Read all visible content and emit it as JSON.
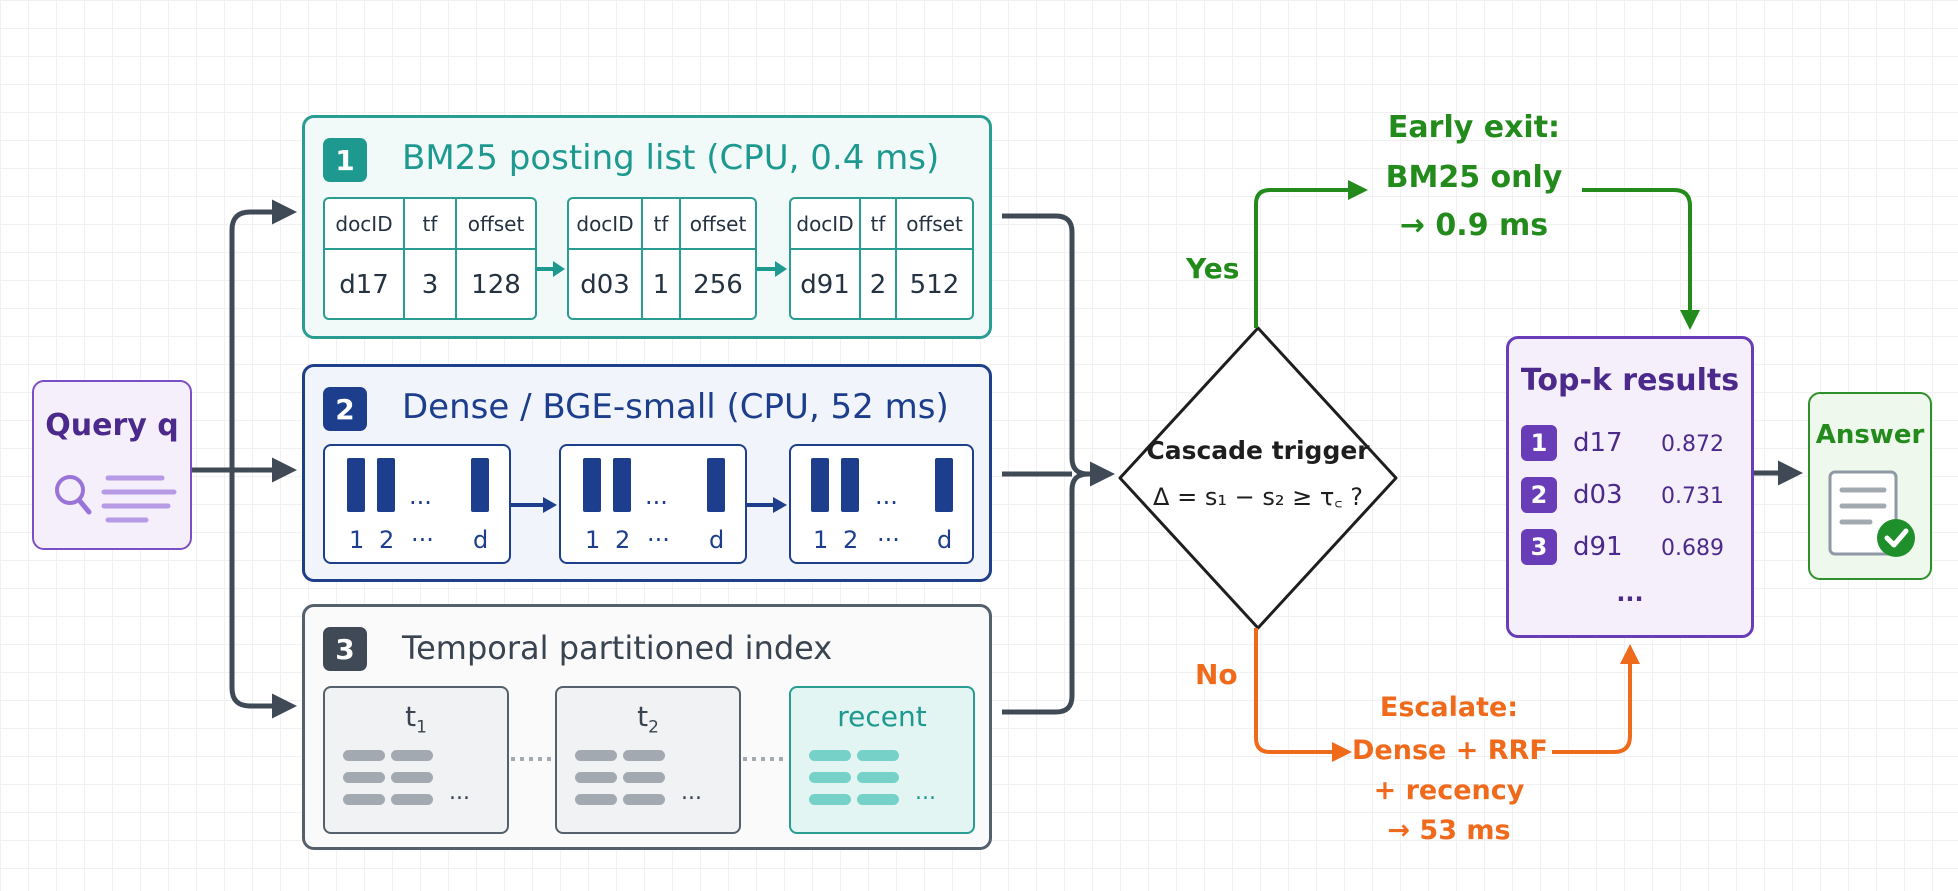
{
  "query": {
    "label": "Query q"
  },
  "stage1": {
    "badge": "1",
    "title": "BM25 posting list (CPU, 0.4 ms)",
    "columns": [
      "docID",
      "tf",
      "offset"
    ],
    "postings": [
      {
        "doc": "d17",
        "tf": "3",
        "offset": "128"
      },
      {
        "doc": "d03",
        "tf": "1",
        "offset": "256"
      },
      {
        "doc": "d91",
        "tf": "2",
        "offset": "512"
      }
    ]
  },
  "stage2": {
    "badge": "2",
    "title": "Dense / BGE-small (CPU, 52 ms)",
    "ellipsis": "...",
    "dims": [
      "1",
      "2",
      "···",
      "d"
    ]
  },
  "stage3": {
    "badge": "3",
    "title": "Temporal partitioned index",
    "partitions": [
      {
        "base": "t",
        "sub": "1"
      },
      {
        "base": "t",
        "sub": "2"
      },
      {
        "base": "recent",
        "sub": ""
      }
    ],
    "ellipsis": "..."
  },
  "decision": {
    "title": "Cascade trigger",
    "formula": "Δ = s₁ − s₂ ≥ τ꜀ ?",
    "yes_label": "Yes",
    "no_label": "No"
  },
  "early_exit": {
    "lines": [
      "Early exit:",
      "BM25 only",
      "→ 0.9 ms"
    ]
  },
  "escalate": {
    "lines": [
      "Escalate:",
      "Dense + RRF",
      "+ recency",
      "→ 53 ms"
    ]
  },
  "results": {
    "title": "Top-k results",
    "items": [
      {
        "rank": "1",
        "doc": "d17",
        "score": "0.872"
      },
      {
        "rank": "2",
        "doc": "d03",
        "score": "0.731"
      },
      {
        "rank": "3",
        "doc": "d91",
        "score": "0.689"
      }
    ],
    "more": "..."
  },
  "answer": {
    "label": "Answer"
  },
  "colors": {
    "teal": "#1d9990",
    "navy": "#1c3e8c",
    "slate": "#3f4a56",
    "green": "#238a1c",
    "orange": "#f06a1c",
    "purple": "#5a2ea6"
  }
}
